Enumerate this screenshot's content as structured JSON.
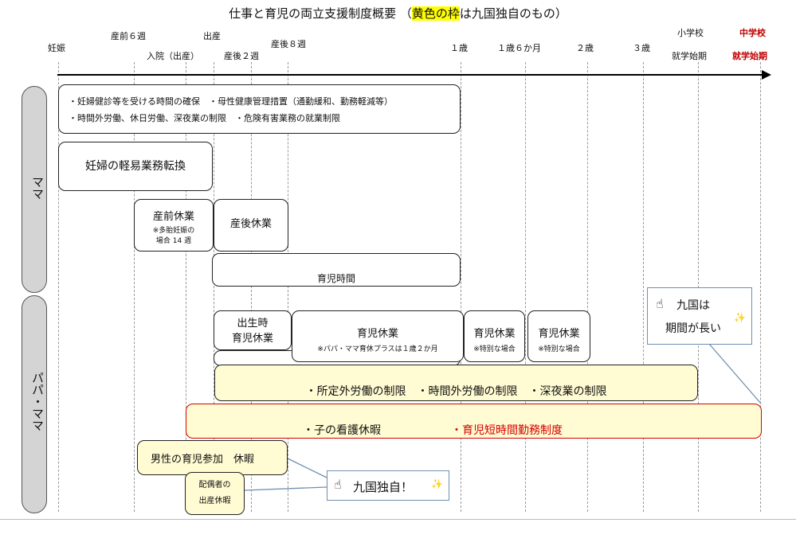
{
  "title": {
    "main": "仕事と育児の両立支援制度概要 （",
    "highlight": "黄色の枠",
    "rest": "は九国独自のもの）"
  },
  "timeline": {
    "ninshin": "妊娠",
    "sanzen6": "産前６週",
    "nyuin": "入院（出産）",
    "shussan": "出産",
    "sango2": "産後２週",
    "sango8": "産後８週",
    "sai1": "１歳",
    "sai1_6": "１歳６か月",
    "sai2": "２歳",
    "sai3": "３歳",
    "shogakko": "小学校",
    "shogakko_sub": "就学始期",
    "chugakko": "中学校",
    "chugakko_sub": "就学始期"
  },
  "sides": {
    "mama": "ママ",
    "papa_mama": "パパ・ママ"
  },
  "boxes": {
    "kenshin_line1": "・妊婦健診等を受ける時間の確保　・母性健康管理措置（通勤緩和、勤務軽減等）",
    "kenshin_line2": "・時間外労働、休日労働、深夜業の制限　・危険有害業務の就業制限",
    "keieki": "妊婦の軽易業務転換",
    "sanzen_title": "産前休業",
    "sanzen_note1": "※多胎妊娠の",
    "sanzen_note2": "場合 14 週",
    "sango": "産後休業",
    "ikuji_jikan": "育児時間",
    "shussei1": "出生時",
    "shussei2": "育児休業",
    "ikukyu_title": "育児休業",
    "ikukyu_note": "※パパ・ママ育休プラスは１歳２か月",
    "ikukyu2_title": "育児休業",
    "ikukyu2_note": "※特別な場合",
    "ikukyu3_title": "育児休業",
    "ikukyu3_note": "※特別な場合",
    "seigen": "・所定外労働の制限　・時間外労働の制限　・深夜業の制限",
    "kango": "・子の看護休暇",
    "tanjikan": "・育児短時間勤務制度",
    "dansei": "男性の育児参加　休暇",
    "haigu1": "配偶者の",
    "haigu2": "出産休暇"
  },
  "notes": {
    "long1": "九国は",
    "long2": "期間が長い",
    "dokuji": "九国独自！"
  },
  "icons": [
    "pointing-hand-icon",
    "sparkle-icon"
  ],
  "colors": {
    "yellow_fill": "#fffbd2",
    "red_border": "#d40000",
    "note_border": "#6f8fae",
    "side_fill": "#d4d4d4"
  }
}
